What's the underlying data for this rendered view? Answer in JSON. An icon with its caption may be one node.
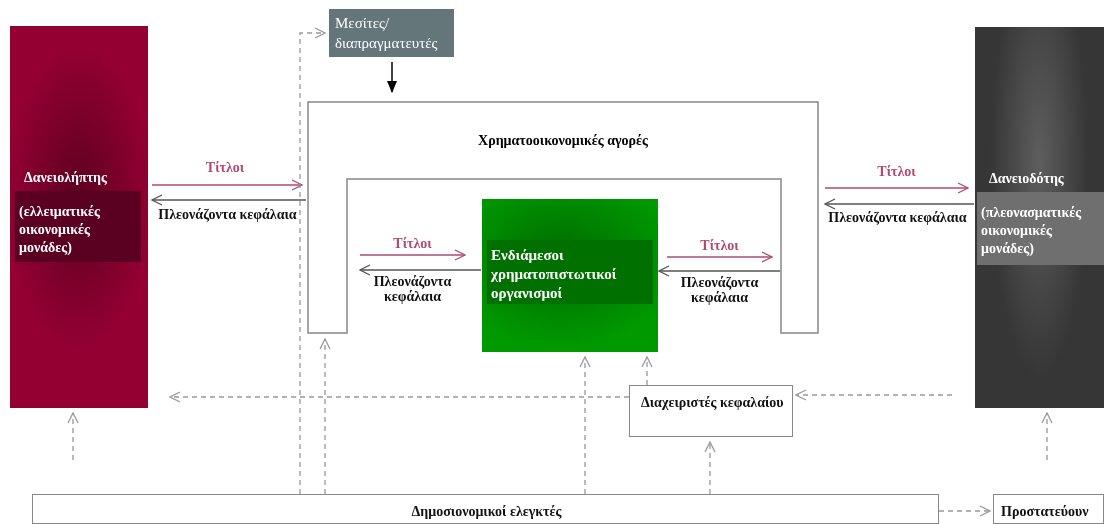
{
  "diagram": {
    "nodes": [
      {
        "text": [
          "Δανειολήπτης",
          "(ελλειματικές οικονομικές μονάδες)"
        ]
      },
      {
        "text": [
          "Μεσίτες/ διαπραγματευτές"
        ]
      },
      {
        "text": [
          "Χρηματοοικονομικές αγορές"
        ]
      },
      {
        "text": [
          "Ενδιάμεσοι χρηματοπιστωτικοί οργανισμοί"
        ]
      },
      {
        "text": [
          "Δανειοδότης",
          "(πλεονασματικές οικονομικές μονάδες)"
        ]
      },
      {
        "text": [
          "Διαχειριστές κεφαλαίου"
        ]
      },
      {
        "text": [
          "Δημοσιονομικοί ελεγκτές"
        ]
      },
      {
        "text": [
          "Προστατεύουν"
        ]
      }
    ],
    "edges": [
      {
        "from": 0,
        "to": 2,
        "arrow": "to",
        "label": "Τίτλοι",
        "color": "#b04a72"
      },
      {
        "from": 2,
        "to": 0,
        "arrow": "to",
        "label": "Πλεονάζοντα κεφάλαια"
      },
      {
        "from": 2,
        "to": 3,
        "arrow": "to",
        "label": "Τίτλοι",
        "color": "#b04a72"
      },
      {
        "from": 3,
        "to": 2,
        "arrow": "to",
        "label": "Πλεονάζοντα κεφάλαια"
      },
      {
        "from": 3,
        "to": 2,
        "arrow": "to",
        "label": "Τίτλοι",
        "color": "#b04a72"
      },
      {
        "from": 2,
        "to": 3,
        "arrow": "to",
        "label": "Πλεονάζοντα κεφάλαια"
      },
      {
        "from": 2,
        "to": 4,
        "arrow": "to",
        "label": "Τίτλοι",
        "color": "#b04a72"
      },
      {
        "from": 4,
        "to": 2,
        "arrow": "to",
        "label": "Πλεονάζοντα κεφάλαια"
      },
      {
        "from": 1,
        "to": 2,
        "arrow": "to",
        "color": "#000000"
      },
      {
        "from": 6,
        "to": 1,
        "arrow": "to",
        "style": "dashed",
        "color": "#999999"
      },
      {
        "from": 6,
        "to": 2,
        "arrow": "to",
        "style": "dashed",
        "color": "#999999"
      },
      {
        "from": 6,
        "to": 3,
        "arrow": "to",
        "style": "dashed",
        "color": "#999999"
      },
      {
        "from": 6,
        "to": 5,
        "arrow": "to",
        "style": "dashed",
        "color": "#999999"
      },
      {
        "from": 5,
        "to": 3,
        "arrow": "to",
        "style": "dashed",
        "color": "#999999"
      },
      {
        "from": 5,
        "to": 0,
        "arrow": "to",
        "style": "dashed",
        "color": "#999999"
      },
      {
        "from": 4,
        "to": 5,
        "arrow": "to",
        "style": "dashed",
        "color": "#999999"
      },
      {
        "from": null,
        "to": 0,
        "arrow": "to",
        "style": "dashed",
        "color": "#999999"
      },
      {
        "from": null,
        "to": 4,
        "arrow": "to",
        "style": "dashed",
        "color": "#999999"
      },
      {
        "from": 6,
        "to": 7,
        "arrow": "to",
        "style": "dashed",
        "color": "#999999"
      }
    ]
  }
}
